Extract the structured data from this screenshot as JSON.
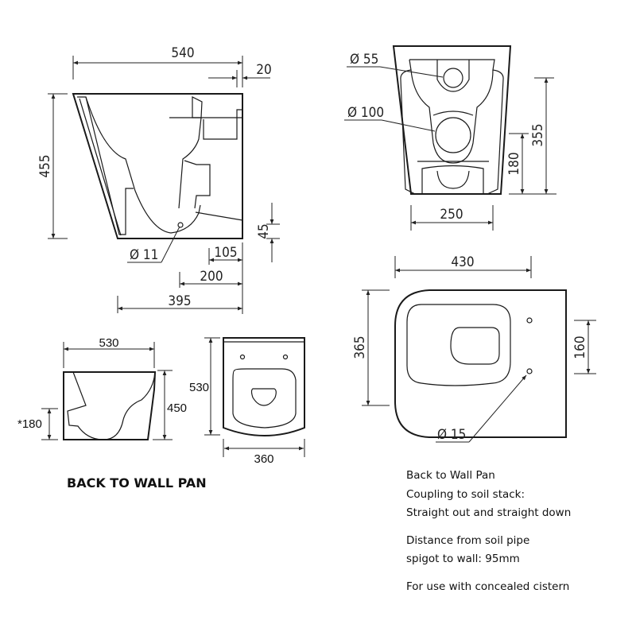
{
  "side_section": {
    "width": "540",
    "offset": "20",
    "height": "455",
    "outlet_height": "45",
    "hole_dia": "Ø 11",
    "d1": "105",
    "d2": "200",
    "d3": "395"
  },
  "rear_view": {
    "inlet_dia": "Ø 55",
    "outlet_dia": "Ø 100",
    "outlet_height": "180",
    "inlet_height": "355",
    "base_width": "250"
  },
  "top_view": {
    "length": "430",
    "width": "365",
    "hole_spacing": "160",
    "hole_dia": "Ø 15"
  },
  "side_view": {
    "length": "530",
    "height": "450",
    "outlet_height": "*180"
  },
  "seat_view": {
    "length": "530",
    "width": "360"
  },
  "title": "BACK TO WALL PAN",
  "notes": [
    "Back to Wall Pan",
    "Coupling to soil stack:",
    "Straight out and straight down",
    "Distance from soil pipe",
    "spigot to wall: 95mm",
    "For use with concealed cistern"
  ]
}
